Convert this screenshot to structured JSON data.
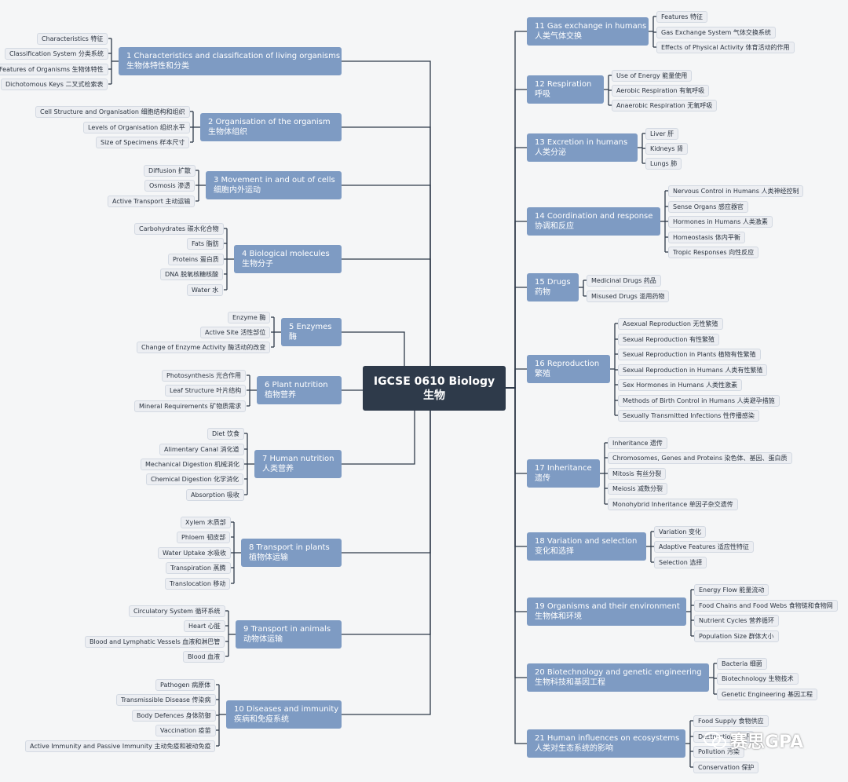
{
  "root": {
    "line1": "IGCSE 0610 Biology",
    "line2": "生物"
  },
  "watermark": {
    "text": "赛思GPA"
  },
  "topics": [
    {
      "side": "left",
      "title": "1 Characteristics and classification of living organisms",
      "zh": "生物体特性和分类",
      "leaves": [
        "Characteristics 特征",
        "Classification System 分类系统",
        "Features of Organisms 生物体特性",
        "Dichotomous Keys 二叉式检索表"
      ]
    },
    {
      "side": "left",
      "title": "2 Organisation of the organism",
      "zh": "生物体组织",
      "leaves": [
        "Cell Structure and Organisation 细胞结构和组织",
        "Levels of Organisation 组织水平",
        "Size of Specimens 样本尺寸"
      ]
    },
    {
      "side": "left",
      "title": "3 Movement in and out of cells",
      "zh": "细胞内外运动",
      "leaves": [
        "Diffusion 扩散",
        "Osmosis 渗透",
        "Active Transport 主动运输"
      ]
    },
    {
      "side": "left",
      "title": "4 Biological molecules",
      "zh": "生物分子",
      "leaves": [
        "Carbohydrates 碳水化合物",
        "Fats 脂肪",
        "Proteins 蛋白质",
        "DNA 脱氧核糖核酸",
        "Water 水"
      ]
    },
    {
      "side": "left",
      "title": "5 Enzymes",
      "zh": "酶",
      "leaves": [
        "Enzyme 酶",
        "Active Site 活性部位",
        "Change of Enzyme Activity 酶活动的改变"
      ]
    },
    {
      "side": "left",
      "title": "6 Plant nutrition",
      "zh": "植物营养",
      "leaves": [
        "Photosynthesis 光合作用",
        "Leaf Structure 叶片结构",
        "Mineral Requirements 矿物质需求"
      ]
    },
    {
      "side": "left",
      "title": "7 Human nutrition",
      "zh": "人类营养",
      "leaves": [
        "Diet 饮食",
        "Alimentary Canal 消化道",
        "Mechanical Digestion 机械消化",
        "Chemical Digestion 化学消化",
        "Absorption 吸收"
      ]
    },
    {
      "side": "left",
      "title": "8 Transport in plants",
      "zh": "植物体运输",
      "leaves": [
        "Xylem 木质部",
        "Phloem 韧皮部",
        "Water Uptake 水吸收",
        "Transpiration 蒸腾",
        "Translocation 移动"
      ]
    },
    {
      "side": "left",
      "title": "9 Transport in animals",
      "zh": "动物体运输",
      "leaves": [
        "Circulatory System 循环系统",
        "Heart 心脏",
        "Blood and Lymphatic Vessels 血液和淋巴管",
        "Blood 血液"
      ]
    },
    {
      "side": "left",
      "title": "10 Diseases and immunity",
      "zh": "疾病和免疫系统",
      "leaves": [
        "Pathogen 病原体",
        "Transmissible Disease 传染病",
        "Body Defences 身体防御",
        "Vaccination 疫苗",
        "Active Immunity and Passive Immunity 主动免疫和被动免疫"
      ]
    },
    {
      "side": "right",
      "title": "11 Gas exchange in humans",
      "zh": "人类气体交换",
      "leaves": [
        "Features 特征",
        "Gas Exchange System 气体交换系统",
        "Effects of Physical Activity 体育活动的作用"
      ]
    },
    {
      "side": "right",
      "title": "12 Respiration",
      "zh": "呼吸",
      "leaves": [
        "Use of Energy 能量使用",
        "Aerobic Respiration 有氧呼吸",
        "Anaerobic Respiration 无氧呼吸"
      ]
    },
    {
      "side": "right",
      "title": "13 Excretion in humans",
      "zh": "人类分泌",
      "leaves": [
        "Liver 肝",
        "Kidneys 肾",
        "Lungs 肺"
      ]
    },
    {
      "side": "right",
      "title": "14 Coordination and response",
      "zh": "协调和反应",
      "leaves": [
        "Nervous Control in Humans 人类神经控制",
        "Sense Organs 感应器官",
        "Hormones in Humans 人类激素",
        "Homeostasis 体内平衡",
        "Tropic Responses 向性反应"
      ]
    },
    {
      "side": "right",
      "title": "15 Drugs",
      "zh": "药物",
      "leaves": [
        "Medicinal Drugs 药品",
        "Misused Drugs 滥用药物"
      ]
    },
    {
      "side": "right",
      "title": "16 Reproduction",
      "zh": "繁殖",
      "leaves": [
        "Asexual Reproduction 无性繁殖",
        "Sexual Reproduction 有性繁殖",
        "Sexual Reproduction in Plants 植物有性繁殖",
        "Sexual Reproduction in Humans 人类有性繁殖",
        "Sex Hormones in Humans 人类性激素",
        "Methods of Birth Control in Humans 人类避孕措施",
        "Sexually Transmitted Infections 性传播感染"
      ]
    },
    {
      "side": "right",
      "title": "17 Inheritance",
      "zh": "遗传",
      "leaves": [
        "Inheritance 遗传",
        "Chromosomes, Genes and Proteins 染色体、基因、蛋白质",
        "Mitosis 有丝分裂",
        "Meiosis 减数分裂",
        "Monohybrid Inheritance 单因子杂交遗传"
      ]
    },
    {
      "side": "right",
      "title": "18 Variation and selection",
      "zh": "变化和选择",
      "leaves": [
        "Variation 变化",
        "Adaptive Features 适应性特征",
        "Selection 选择"
      ]
    },
    {
      "side": "right",
      "title": "19 Organisms and their environment",
      "zh": "生物体和环境",
      "leaves": [
        "Energy Flow 能量流动",
        "Food Chains and Food Webs 食物链和食物网",
        "Nutrient Cycles 营养循环",
        "Population Size 群体大小"
      ]
    },
    {
      "side": "right",
      "title": "20 Biotechnology and genetic engineering",
      "zh": "生物科技和基因工程",
      "leaves": [
        "Bacteria 细菌",
        "Biotechnology 生物技术",
        "Genetic Engineering 基因工程"
      ]
    },
    {
      "side": "right",
      "title": "21 Human influences on ecosystems",
      "zh": "人类对生态系统的影响",
      "leaves": [
        "Food Supply 食物供应",
        "Destruction 破坏",
        "Pollution 污染",
        "Conservation 保护"
      ]
    }
  ]
}
